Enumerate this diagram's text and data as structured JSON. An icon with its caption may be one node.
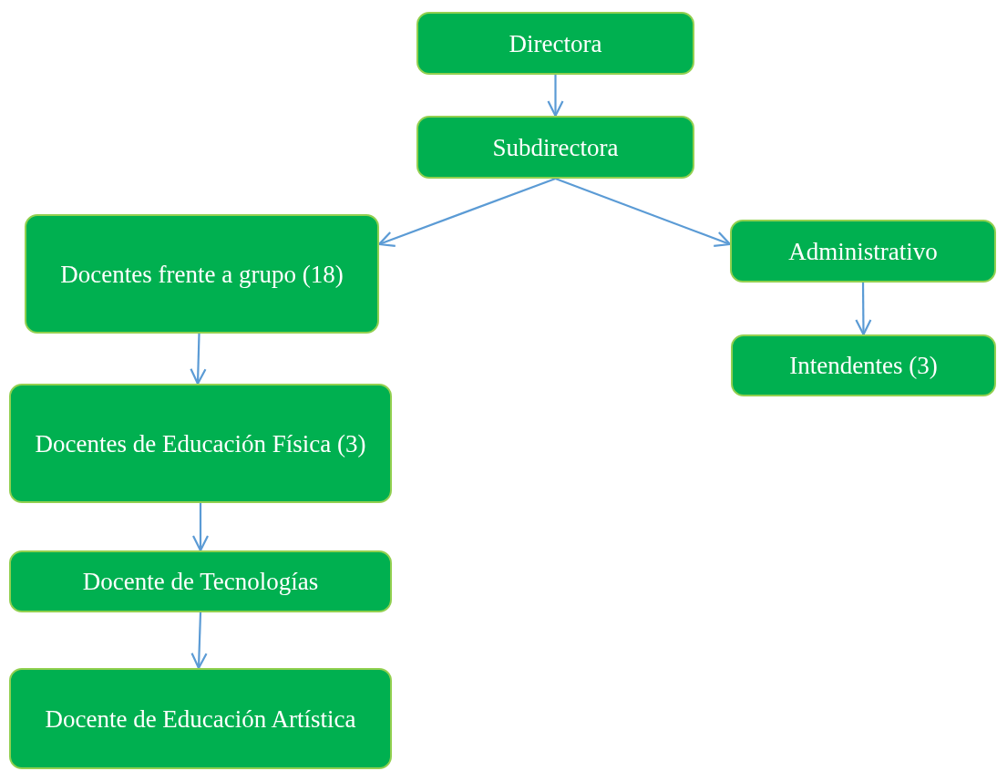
{
  "diagram": {
    "nodes": [
      {
        "text": [
          "Directora"
        ]
      },
      {
        "text": [
          "Subdirectora"
        ]
      },
      {
        "text": [
          "Docentes frente a grupo (18)"
        ]
      },
      {
        "text": [
          "Administrativo"
        ]
      },
      {
        "text": [
          "Intendentes (3)"
        ]
      },
      {
        "text": [
          "Docentes de Educación Física (3)"
        ]
      },
      {
        "text": [
          "Docente de Tecnologías"
        ]
      },
      {
        "text": [
          "Docente de Educación Artística"
        ]
      }
    ],
    "edges": [
      {
        "from": 0,
        "to": 1,
        "arrow": "to"
      },
      {
        "from": 1,
        "to": 2,
        "arrow": "to"
      },
      {
        "from": 1,
        "to": 3,
        "arrow": "to"
      },
      {
        "from": 3,
        "to": 4,
        "arrow": "to"
      },
      {
        "from": 2,
        "to": 5,
        "arrow": "to"
      },
      {
        "from": 5,
        "to": 6,
        "arrow": "to"
      },
      {
        "from": 6,
        "to": 7,
        "arrow": "to"
      }
    ]
  }
}
